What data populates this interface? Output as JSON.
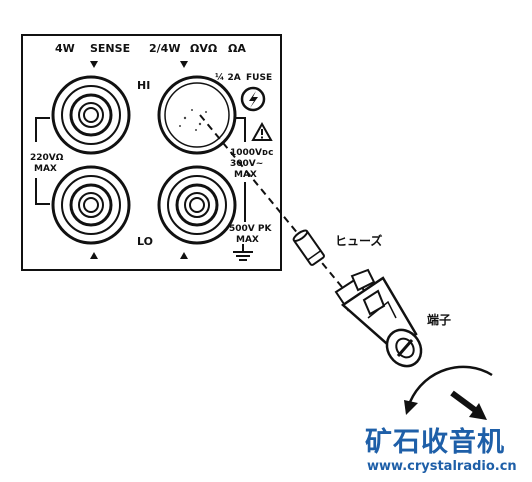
{
  "panel": {
    "top_labels": {
      "four_w": "4W",
      "sense": "SENSE",
      "two_four_w": "2/4W",
      "ohm_v": "ΩVΩ",
      "ohm_a": "ΩA"
    },
    "hi": "HI",
    "lo": "LO",
    "fuse_rating": "¼ 2A",
    "fuse_word": "FUSE",
    "left_rating": [
      "220VΩ",
      "MAX"
    ],
    "mid_rating": [
      "1000Vᴅᴄ",
      "300V~",
      "MAX"
    ],
    "bottom_rating": [
      "500V PK",
      "MAX"
    ]
  },
  "callouts": {
    "fuse": "ヒューズ",
    "terminal": "端子"
  },
  "watermark": {
    "name": "矿石收音机",
    "url": "www.crystalradio.cn"
  },
  "colors": {
    "ink": "#111111",
    "watermark": "#1e5fa8"
  }
}
